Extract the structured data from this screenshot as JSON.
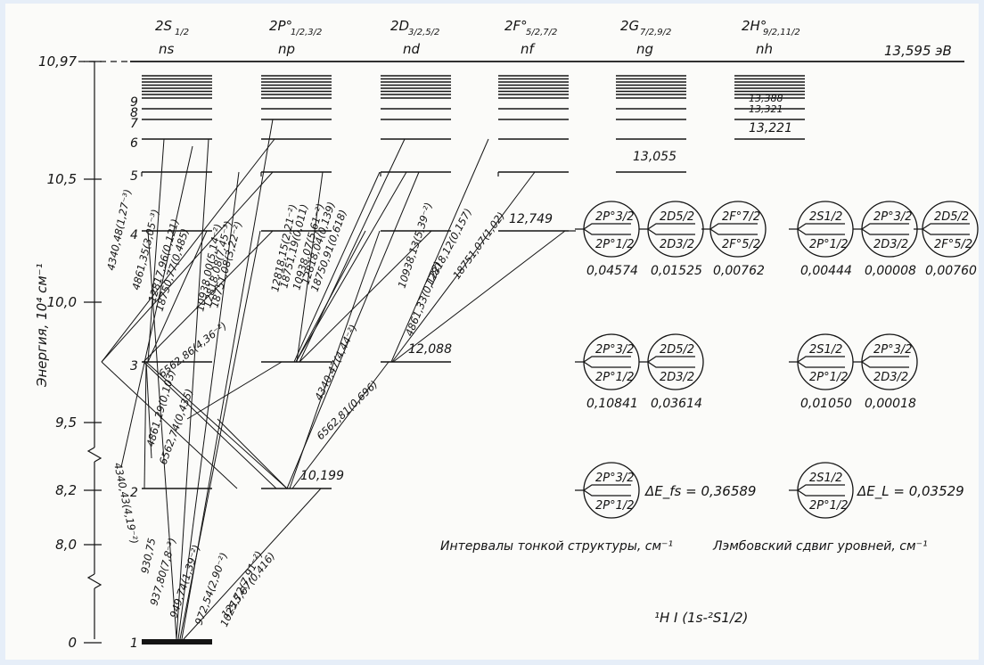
{
  "series": [
    {
      "id": "ns",
      "term_main": "2S",
      "term_sub": "1/2",
      "label": "ns"
    },
    {
      "id": "np",
      "term_main": "2P°",
      "term_sub": "1/2,3/2",
      "label": "np"
    },
    {
      "id": "nd",
      "term_main": "2D",
      "term_sub": "3/2,5/2",
      "label": "nd"
    },
    {
      "id": "nf",
      "term_main": "2F°",
      "term_sub": "5/2,7/2",
      "label": "nf"
    },
    {
      "id": "ng",
      "term_main": "2G",
      "term_sub": "7/2,9/2",
      "label": "ng"
    },
    {
      "id": "nh",
      "term_main": "2H°",
      "term_sub": "9/2,11/2",
      "label": "nh"
    }
  ],
  "ionization_limit": "13,595 эВ",
  "y_axis": {
    "title": "Энергия, 10⁴ см⁻¹",
    "ticks": [
      "10,97",
      "10,5",
      "10,0",
      "9,5",
      "8,2",
      "8,0",
      "0"
    ]
  },
  "level_numbers": [
    "1",
    "2",
    "3",
    "4",
    "5",
    "6",
    "7",
    "8",
    "9"
  ],
  "energy_labels": {
    "n1": "10,199",
    "n3": "12,088",
    "n4": "12,749",
    "n5": "13,055",
    "h6": "13,221",
    "h7": "13,321",
    "h8": "13,388"
  },
  "transitions": [
    "930,75",
    "937,80(7,8⁻³)",
    "949,74(1,39⁻²)",
    "972,54(2,90⁻²)",
    "1025,72(7,91⁻²)",
    "1215,67(0,416)",
    "6562,81(0,696)",
    "4340,47(4,44⁻²)",
    "4861,33(0,122)",
    "10938,13(5,39⁻²)",
    "12818,12(0,157)",
    "18751,07(1,02)",
    "10938,07(5,61⁻²)",
    "12818,04(0,139)",
    "18750,91(0,618)",
    "10938,00(5,14⁻²)",
    "12818,08(7,45⁻³)",
    "18751,08(3,22⁻²)",
    "12818,15(2,21⁻²)",
    "18751,19(0,011)",
    "4340,48(1,27⁻³)",
    "4861,35(3,05⁻³)",
    "12817,96(0,121)",
    "18750,77(0,485)",
    "6562,86(4,36⁻²)",
    "4861,29(0,103)",
    "6562,74(0,435)",
    "4340,43(4,19⁻²)"
  ],
  "fine_structure": {
    "row1": [
      {
        "upper": "2P°3/2",
        "lower": "2P°1/2",
        "value": "0,04574"
      },
      {
        "upper": "2D5/2",
        "lower": "2D3/2",
        "value": "0,01525"
      },
      {
        "upper": "2F°7/2",
        "lower": "2F°5/2",
        "value": "0,00762"
      }
    ],
    "row2": [
      {
        "upper": "2P°3/2",
        "lower": "2P°1/2",
        "value": "0,10841"
      },
      {
        "upper": "2D5/2",
        "lower": "2D3/2",
        "value": "0,03614"
      }
    ],
    "row3": {
      "upper": "2P°3/2",
      "lower": "2P°1/2",
      "value": "ΔE_fs = 0,36589"
    },
    "caption": "Интервалы тонкой структуры, см⁻¹"
  },
  "lamb_shift": {
    "row1": [
      {
        "upper": "2S1/2",
        "lower": "2P°1/2",
        "value": "0,00444"
      },
      {
        "upper": "2P°3/2",
        "lower": "2D3/2",
        "value": "0,00008"
      },
      {
        "upper": "2D5/2",
        "lower": "2F°5/2",
        "value": "0,00760"
      }
    ],
    "row2": [
      {
        "upper": "2S1/2",
        "lower": "2P°1/2",
        "value": "0,01050"
      },
      {
        "upper": "2P°3/2",
        "lower": "2D3/2",
        "value": "0,00018"
      }
    ],
    "row3": {
      "upper": "2S1/2",
      "lower": "2P°1/2",
      "value": "ΔE_L = 0,03529"
    },
    "caption": "Лэмбовский сдвиг уровней, см⁻¹"
  },
  "footer": "¹H I (1s-²S1/2)",
  "colors": {
    "ink": "#141414",
    "paper": "#fbfbf9",
    "border": "#e6eef8"
  }
}
